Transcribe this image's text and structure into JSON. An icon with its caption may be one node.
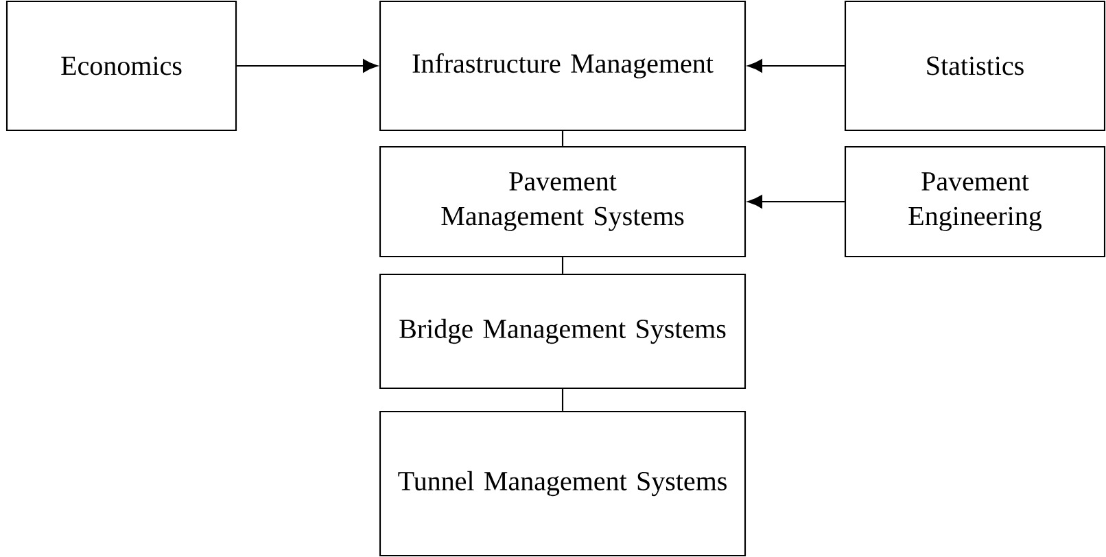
{
  "diagram": {
    "nodes": [
      {
        "text": [
          "Economics"
        ]
      },
      {
        "text": [
          "Infrastructure Management"
        ]
      },
      {
        "text": [
          "Statistics"
        ]
      },
      {
        "text": [
          "Pavement Management Systems"
        ]
      },
      {
        "text": [
          "Pavement Engineering"
        ]
      },
      {
        "text": [
          "Bridge Management Systems"
        ]
      },
      {
        "text": [
          "Tunnel Management Systems"
        ]
      }
    ],
    "edges": [
      {
        "from": 0,
        "to": 1,
        "arrow": "to"
      },
      {
        "from": 2,
        "to": 1,
        "arrow": "to"
      },
      {
        "from": 1,
        "to": 3,
        "arrow": "none"
      },
      {
        "from": 4,
        "to": 3,
        "arrow": "to"
      },
      {
        "from": 3,
        "to": 5,
        "arrow": "none"
      },
      {
        "from": 5,
        "to": 6,
        "arrow": "none"
      }
    ]
  }
}
